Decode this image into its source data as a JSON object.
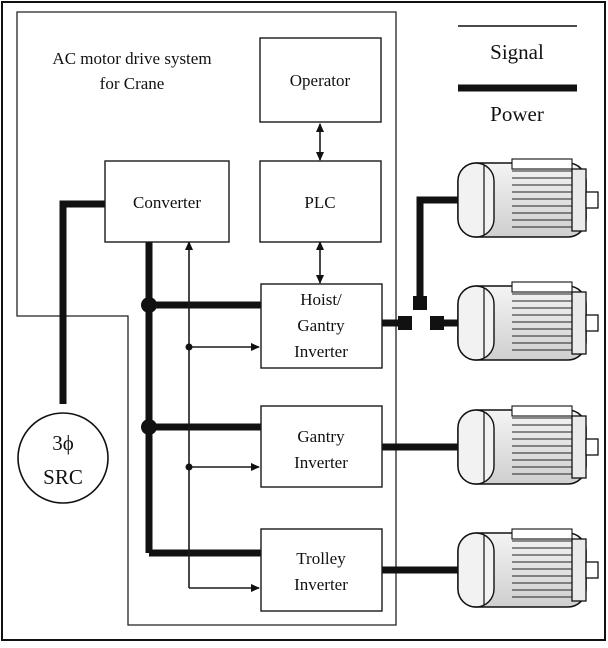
{
  "diagram": {
    "system_label_line1": "AC motor drive system",
    "system_label_line2": "for Crane",
    "legend": {
      "signal_label": "Signal",
      "power_label": "Power"
    },
    "blocks": {
      "operator": "Operator",
      "plc": "PLC",
      "converter": "Converter",
      "hoist_line1": "Hoist/",
      "hoist_line2": "Gantry",
      "hoist_line3": "Inverter",
      "gantry_line1": "Gantry",
      "gantry_line2": "Inverter",
      "trolley_line1": "Trolley",
      "trolley_line2": "Inverter"
    },
    "source": {
      "line1": "3ϕ",
      "line2": "SRC"
    },
    "motors": [
      "motor-1",
      "motor-2",
      "motor-3",
      "motor-4"
    ]
  }
}
